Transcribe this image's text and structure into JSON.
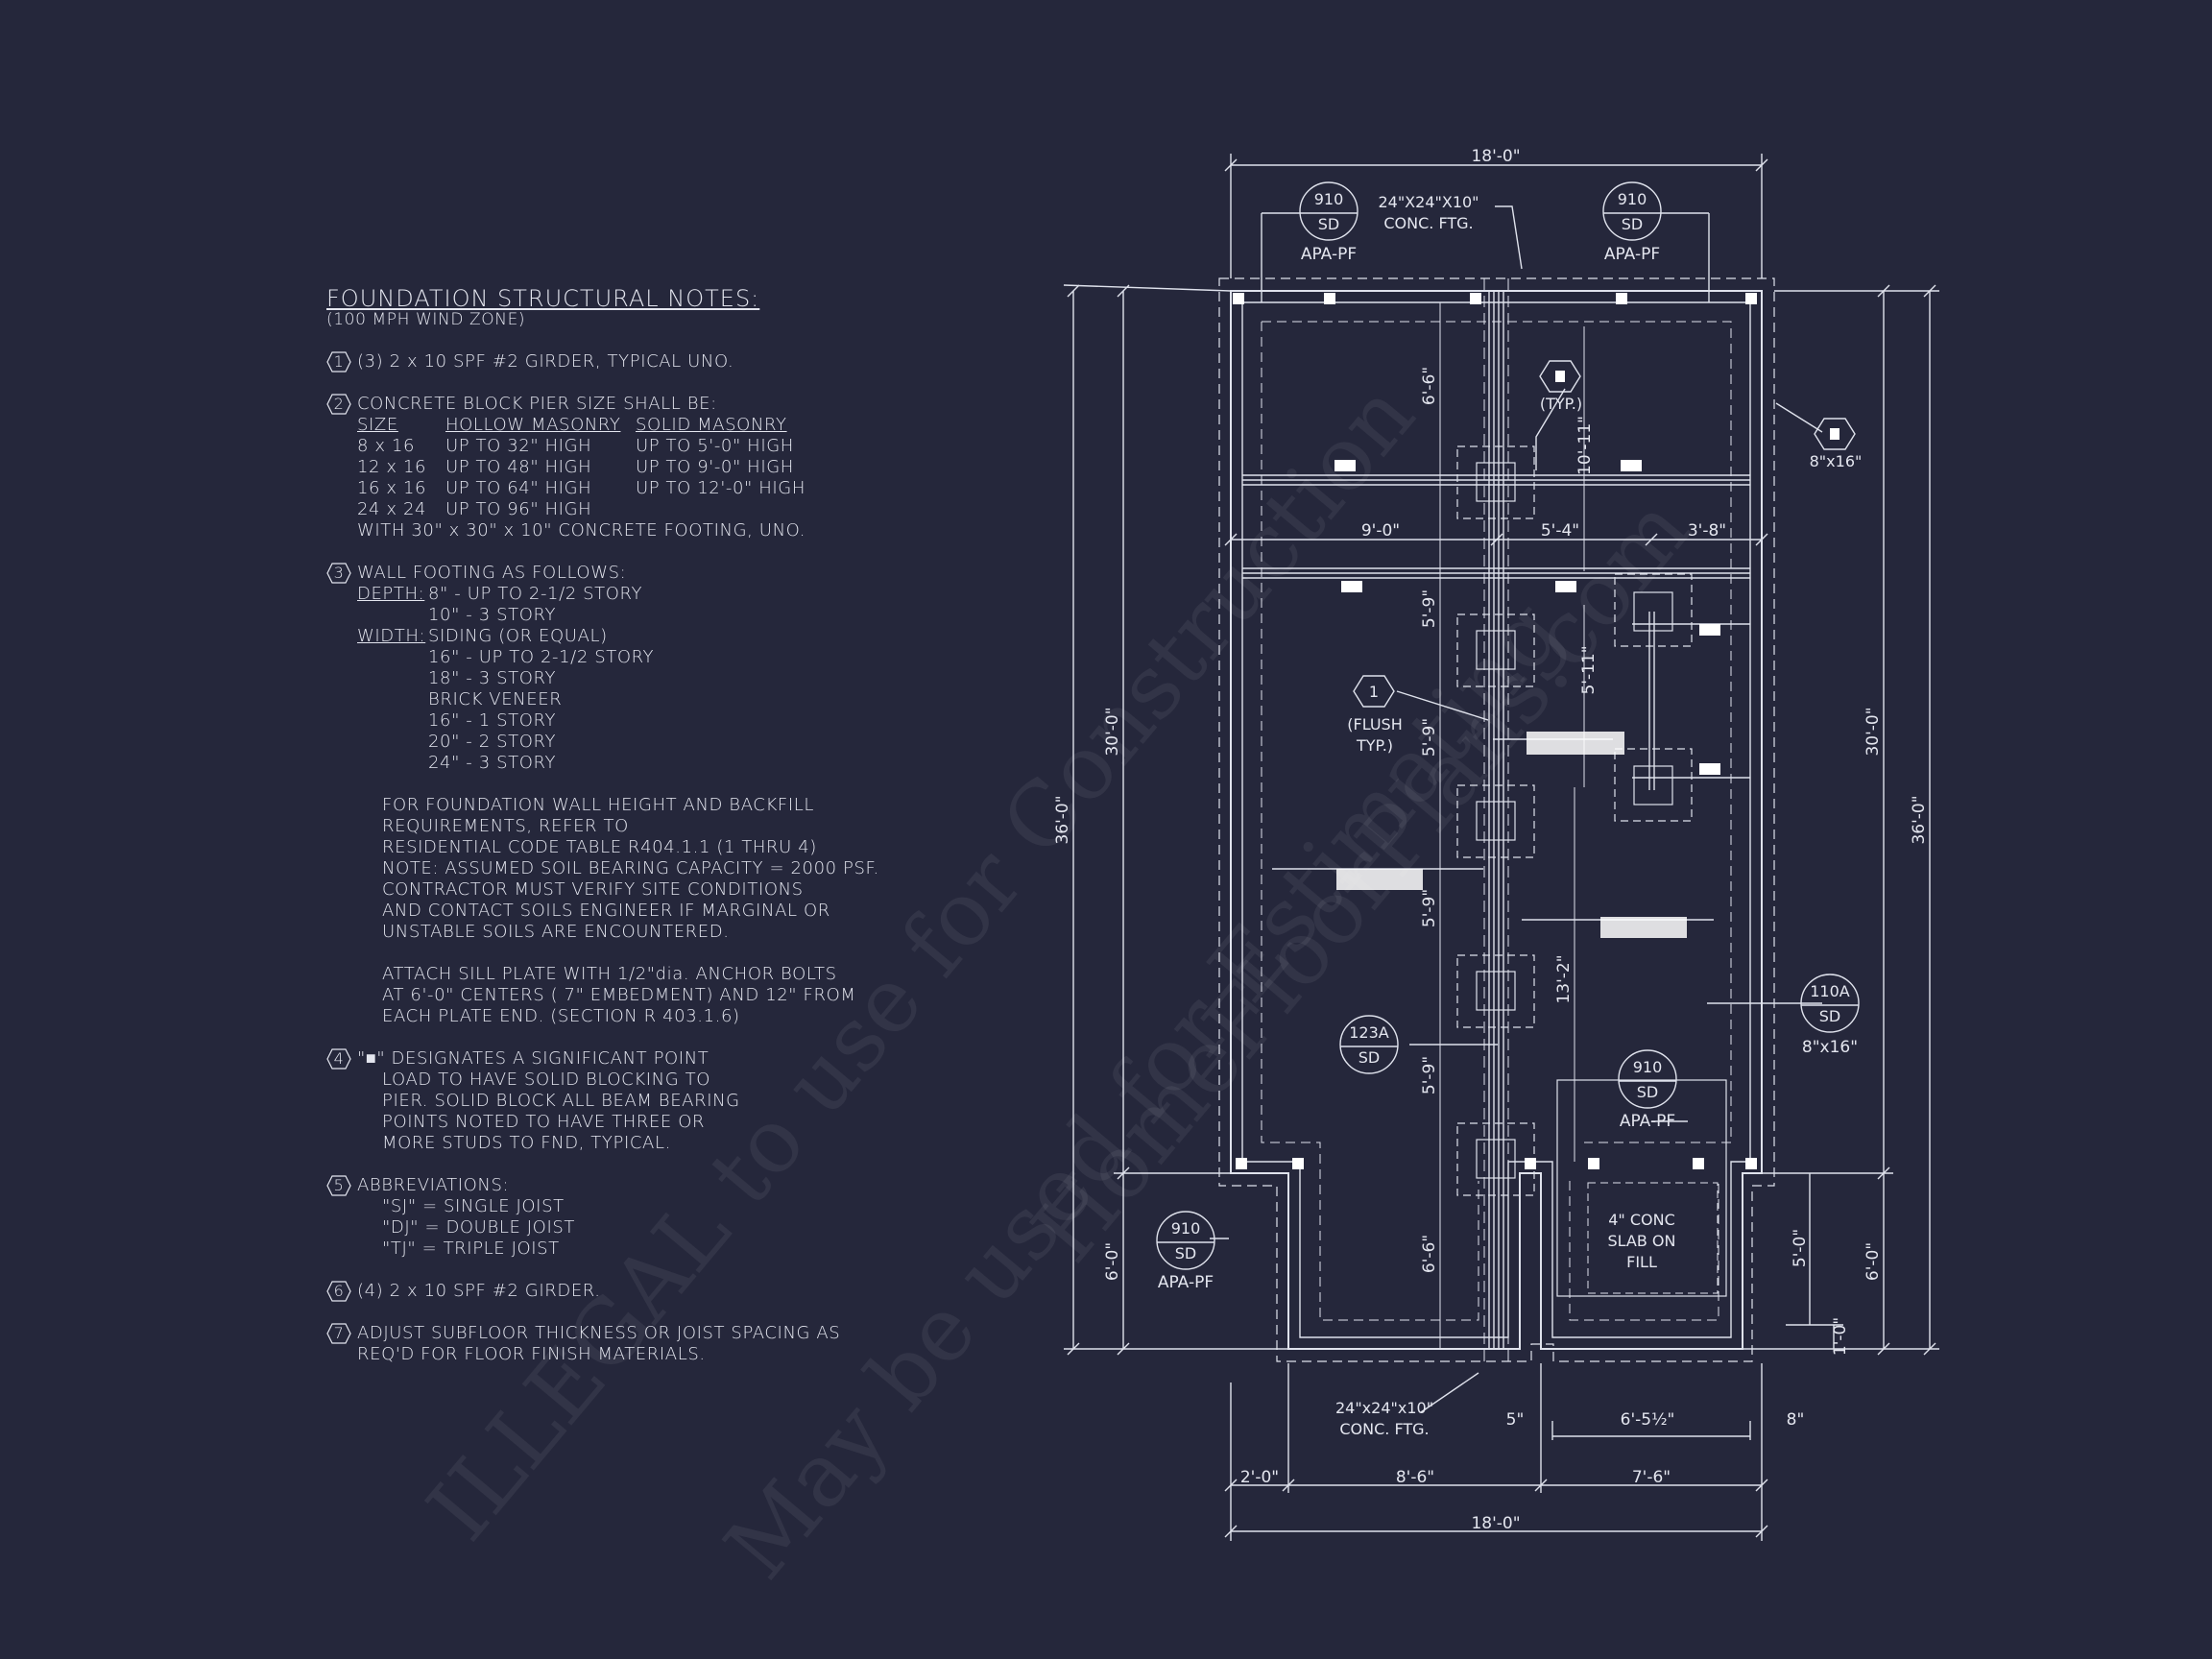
{
  "notes": {
    "title": "FOUNDATION STRUCTURAL NOTES:",
    "subtitle": "(100 MPH WIND ZONE)",
    "n1": {
      "num": "1",
      "text": "(3) 2 x 10 SPF #2 GIRDER, TYPICAL UNO."
    },
    "n2": {
      "num": "2",
      "text": "CONCRETE BLOCK PIER SIZE SHALL BE:",
      "headers": [
        "SIZE",
        "HOLLOW MASONRY",
        "SOLID MASONRY"
      ],
      "rows": [
        [
          "8 x 16",
          "UP TO 32\" HIGH",
          "UP TO 5'-0\" HIGH"
        ],
        [
          "12 x 16",
          "UP TO 48\" HIGH",
          "UP TO 9'-0\" HIGH"
        ],
        [
          "16 x 16",
          "UP TO 64\" HIGH",
          "UP TO 12'-0\" HIGH"
        ],
        [
          "24 x 24",
          "UP TO 96\" HIGH",
          ""
        ]
      ],
      "footer": "WITH 30\" x 30\" x 10\" CONCRETE FOOTING, UNO."
    },
    "n3": {
      "num": "3",
      "text": "WALL FOOTING AS FOLLOWS:",
      "depth_label": "DEPTH:",
      "depth_lines": [
        "8\" - UP TO 2-1/2 STORY",
        "10\" - 3 STORY"
      ],
      "width_label": "WIDTH:",
      "width_lines": [
        "SIDING (OR EQUAL)",
        "16\" - UP TO 2-1/2 STORY",
        "18\" - 3 STORY",
        "BRICK VENEER",
        "16\" - 1 STORY",
        "20\" - 2 STORY",
        "24\" - 3 STORY"
      ],
      "para1": [
        "FOR FOUNDATION WALL HEIGHT AND BACKFILL",
        "REQUIREMENTS, REFER TO",
        "RESIDENTIAL CODE TABLE R404.1.1 (1 THRU 4)",
        "NOTE: ASSUMED SOIL BEARING CAPACITY = 2000 PSF.",
        "CONTRACTOR MUST VERIFY SITE CONDITIONS",
        "AND CONTACT SOILS ENGINEER IF MARGINAL OR",
        "UNSTABLE SOILS ARE ENCOUNTERED."
      ],
      "para2": [
        "ATTACH SILL PLATE WITH 1/2\"dia. ANCHOR BOLTS",
        "AT 6'-0\" CENTERS ( 7\" EMBEDMENT) AND 12\" FROM",
        "EACH PLATE END. (SECTION R 403.1.6)"
      ]
    },
    "n4": {
      "num": "4",
      "lines": [
        "\"■\" DESIGNATES A SIGNIFICANT POINT",
        "LOAD TO HAVE SOLID BLOCKING TO",
        "PIER. SOLID BLOCK ALL BEAM BEARING",
        "POINTS NOTED TO HAVE THREE OR",
        "MORE STUDS TO FND, TYPICAL."
      ]
    },
    "n5": {
      "num": "5",
      "text": "ABBREVIATIONS:",
      "lines": [
        "\"SJ\" = SINGLE JOIST",
        "\"DJ\" = DOUBLE JOIST",
        "\"TJ\" = TRIPLE JOIST"
      ]
    },
    "n6": {
      "num": "6",
      "text": "(4) 2 x 10 SPF #2 GIRDER."
    },
    "n7": {
      "num": "7",
      "lines": [
        "ADJUST SUBFLOOR THICKNESS OR JOIST SPACING AS",
        "REQ'D FOR FLOOR FINISH MATERIALS."
      ]
    }
  },
  "plan": {
    "dims": {
      "top_overall": "18'-0\"",
      "bottom_overall": "18'-0\"",
      "left_36": "36'-0\"",
      "left_30": "30'-0\"",
      "left_6": "6'-0\"",
      "right_36": "36'-0\"",
      "right_30": "30'-0\"",
      "right_6": "6'-0\"",
      "right_5": "5'-0\"",
      "right_1": "1'-0\"",
      "h_9": "9'-0\"",
      "h_54": "5'-4\"",
      "h_38": "3'-8\"",
      "v_66a": "6'-6\"",
      "v_1011": "10'-11\"",
      "v_59a": "5'-9\"",
      "v_59b": "5'-9\"",
      "v_59c": "5'-9\"",
      "v_59d": "5'-9\"",
      "v_511": "5'-11\"",
      "v_132": "13'-2\"",
      "v_66b": "6'-6\"",
      "b_20": "2'-0\"",
      "b_86": "8'-6\"",
      "b_76": "7'-6\"",
      "b_5": "5\"",
      "b_65": "6'-5½\"",
      "b_8": "8\""
    },
    "callouts": {
      "sd_top_left": {
        "num": "910",
        "code": "SD",
        "label": "APA-PF"
      },
      "sd_top_right": {
        "num": "910",
        "code": "SD",
        "label": "APA-PF"
      },
      "sd_bottom_mid": {
        "num": "910",
        "code": "SD",
        "label": "APA-PF"
      },
      "sd_bottom_left": {
        "num": "910",
        "code": "SD",
        "label": "APA-PF"
      },
      "sd_123a": {
        "num": "123A",
        "code": "SD"
      },
      "sd_110a": {
        "num": "110A",
        "code": "SD",
        "label": "8\"x16\""
      }
    },
    "labels": {
      "ftg_top": [
        "24\"X24\"X10\"",
        "CONC. FTG."
      ],
      "ftg_bottom": [
        "24\"x24\"x10\"",
        "CONC. FTG."
      ],
      "typ": "(TYP.)",
      "pier_right": "8\"x16\"",
      "girder_num": "1",
      "flush": [
        "(FLUSH",
        "TYP.)"
      ],
      "slab": [
        "4\" CONC",
        "SLAB ON",
        "FILL"
      ]
    }
  },
  "watermark": [
    "ILLEGAL to use for Construction",
    "May be used for Estimating",
    "HomeFloorPlans.com"
  ]
}
